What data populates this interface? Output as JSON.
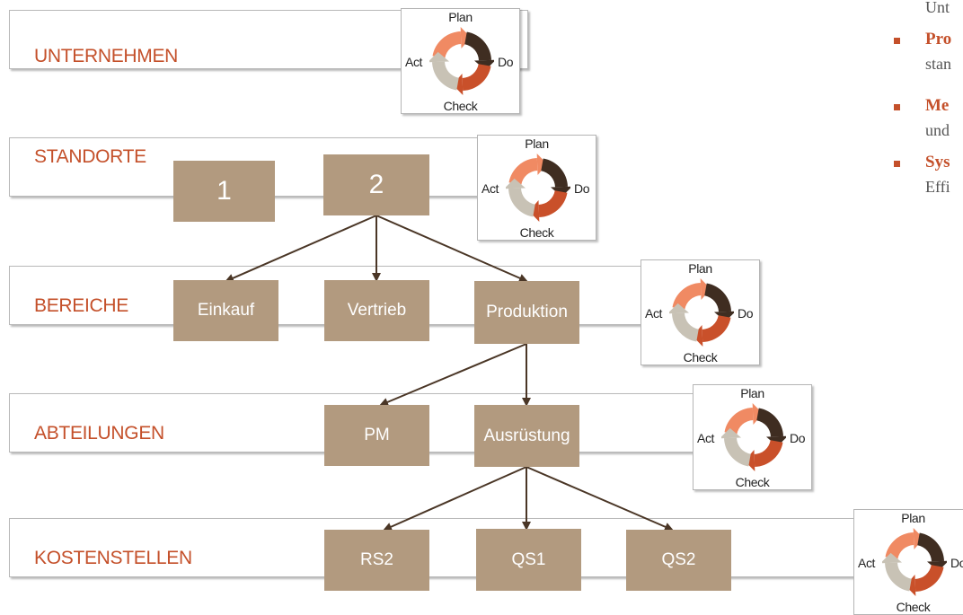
{
  "levels": [
    {
      "label": "UNTERNEHMEN"
    },
    {
      "label": "STANDORTE",
      "boxes": [
        "1",
        "2"
      ]
    },
    {
      "label": "BEREICHE",
      "boxes": [
        "Einkauf",
        "Vertrieb",
        "Produktion"
      ]
    },
    {
      "label": "ABTEILUNGEN",
      "boxes": [
        "PM",
        "Ausrüstung"
      ]
    },
    {
      "label": "KOSTENSTELLEN",
      "boxes": [
        "RS2",
        "QS1",
        "QS2"
      ]
    }
  ],
  "pdca": {
    "plan": "Plan",
    "do": "Do",
    "check": "Check",
    "act": "Act",
    "colors": {
      "plan": "#f08a63",
      "do": "#3f2d21",
      "check": "#c9502a",
      "act": "#c8c2b5"
    }
  },
  "right_panel": {
    "top_fragment": "Unt",
    "items": [
      {
        "head": "Pro",
        "rest": "stan"
      },
      {
        "head": "Me",
        "rest": "und"
      },
      {
        "head": "Sys",
        "rest": "Effi"
      }
    ]
  }
}
